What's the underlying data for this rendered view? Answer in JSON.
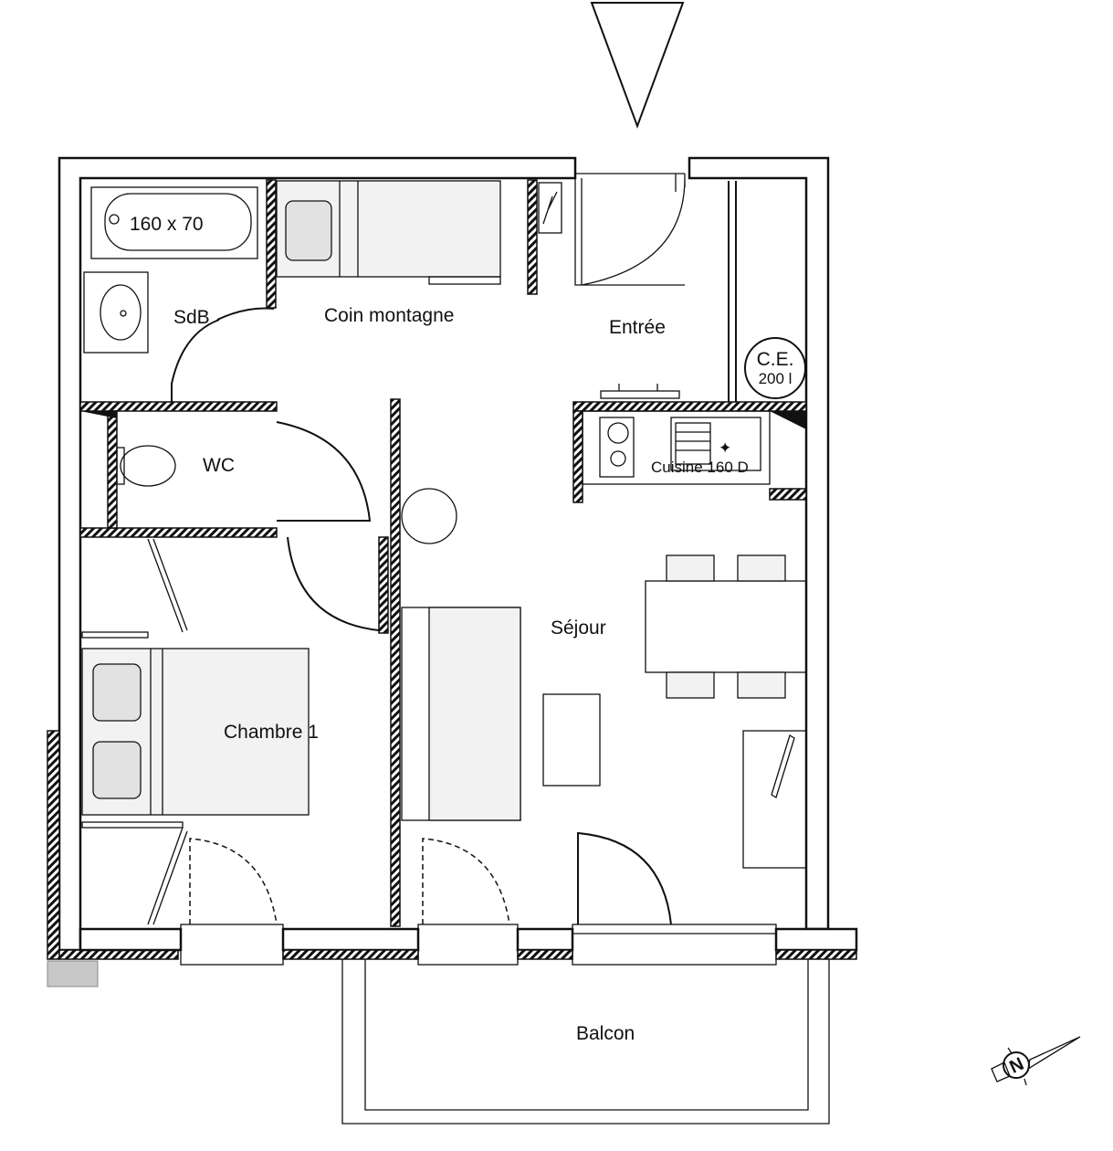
{
  "plan": {
    "rooms": {
      "sdb": "SdB",
      "coin_montagne": "Coin montagne",
      "entree": "Entrée",
      "wc": "WC",
      "sejour": "Séjour",
      "chambre": "Chambre 1",
      "balcon": "Balcon"
    },
    "bathtub_size": "160 x 70",
    "water_heater": {
      "line1": "C.E.",
      "line2": "200 l"
    },
    "kitchen": "Cuisine 160 D",
    "compass_letter": "N"
  }
}
